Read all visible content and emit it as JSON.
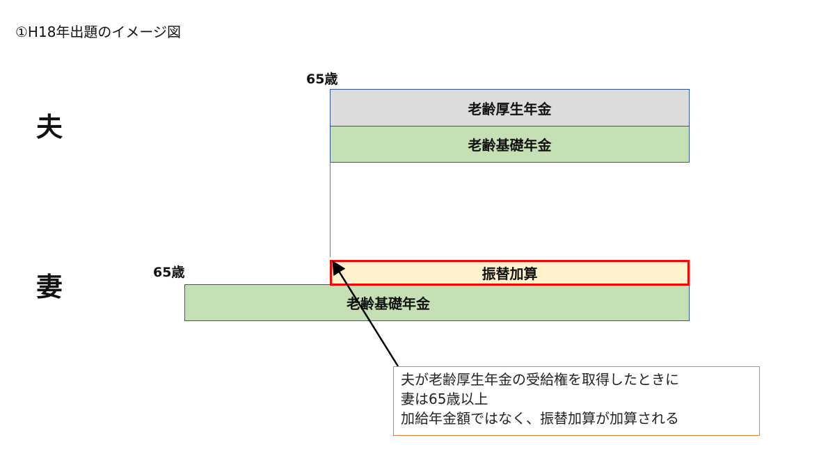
{
  "title": "①H18年出題のイメージ図",
  "husband": {
    "label": "夫",
    "age_label": "65歳",
    "bars": [
      "老齢厚生年金",
      "老齢基礎年金"
    ]
  },
  "wife": {
    "label": "妻",
    "age_label": "65歳",
    "furikae_label": "振替加算",
    "basic_label": "老齢基礎年金"
  },
  "callout": {
    "lines": [
      "夫が老齢厚生年金の受給権を取得したときに",
      "妻は65歳以上",
      "加給年金額ではなく、振替加算が加算される"
    ]
  },
  "colors": {
    "kousei": "#dcdcdc",
    "kiso": "#c5e0b4",
    "furikae": "#fff2cc",
    "highlight": "#ff0000",
    "callout_border": "#ed7d31"
  }
}
